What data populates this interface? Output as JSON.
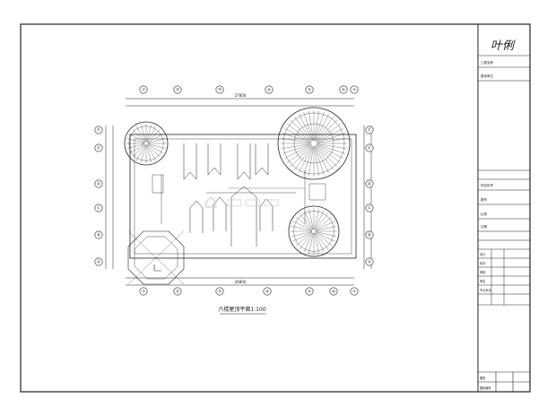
{
  "drawing": {
    "caption": "六楼屋顶平面1:100",
    "grid_axes_top": [
      "①",
      "②",
      "③",
      "④",
      "⑤",
      "⑥",
      "⑦"
    ],
    "grid_axes_bottom": [
      "①",
      "②",
      "③",
      "④",
      "⑤",
      "⑥",
      "⑦"
    ],
    "grid_axes_left": [
      "Ⓐ",
      "Ⓑ",
      "Ⓒ",
      "Ⓓ",
      "Ⓔ",
      "Ⓕ"
    ],
    "grid_axes_right": [
      "Ⓐ",
      "Ⓑ",
      "Ⓒ",
      "Ⓓ",
      "Ⓔ",
      "Ⓕ"
    ],
    "overall_dim_top": "27800",
    "overall_dim_bottom": "26800"
  },
  "title_block": {
    "signature": "叶俐",
    "fields": [
      "工程名称",
      "建设单位",
      "项目负责",
      "图号",
      "比例",
      "日期",
      "设计",
      "校对",
      "审核",
      "审定",
      "专业负责",
      "图别",
      "图纸编号"
    ]
  },
  "colors": {
    "line": "#222222",
    "paper": "#ffffff",
    "watermark": "#c8c8c8"
  }
}
